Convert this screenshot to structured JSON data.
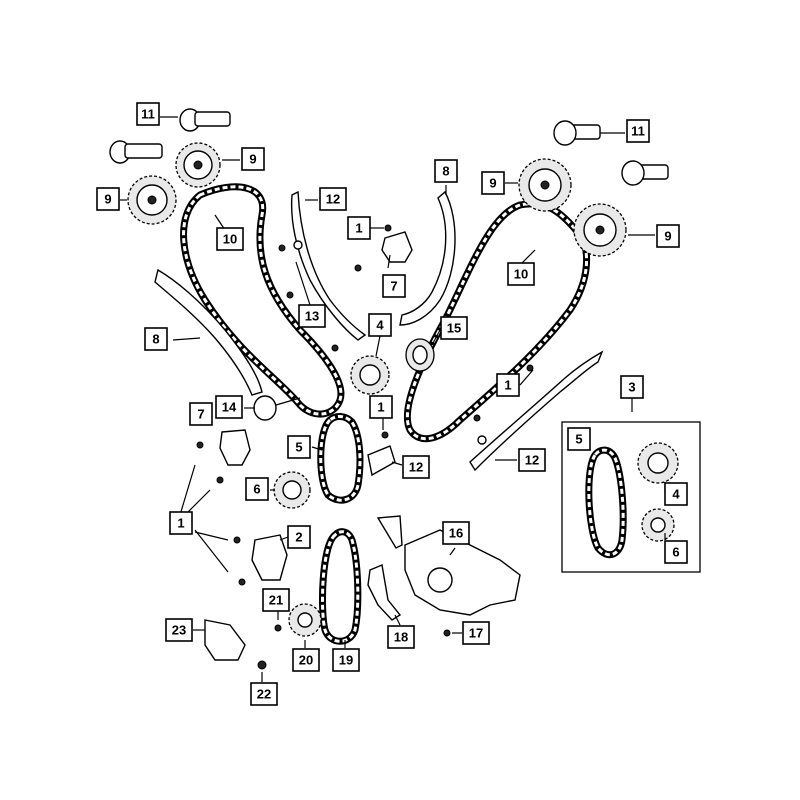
{
  "diagram": {
    "callouts": {
      "c11a": "11",
      "c11b": "11",
      "c9a": "9",
      "c9b": "9",
      "c9c": "9",
      "c9d": "9",
      "c10a": "10",
      "c10b": "10",
      "c12a": "12",
      "c12b": "12",
      "c12c": "12",
      "c1a": "1",
      "c1b": "1",
      "c1c": "1",
      "c1d": "1",
      "c7a": "7",
      "c7b": "7",
      "c8a": "8",
      "c8b": "8",
      "c13": "13",
      "c4a": "4",
      "c4b": "4",
      "c15": "15",
      "c3": "3",
      "c14": "14",
      "c5a": "5",
      "c5b": "5",
      "c6a": "6",
      "c6b": "6",
      "c2": "2",
      "c16": "16",
      "c21": "21",
      "c23": "23",
      "c20": "20",
      "c19": "19",
      "c18": "18",
      "c17": "17",
      "c22": "22"
    }
  }
}
